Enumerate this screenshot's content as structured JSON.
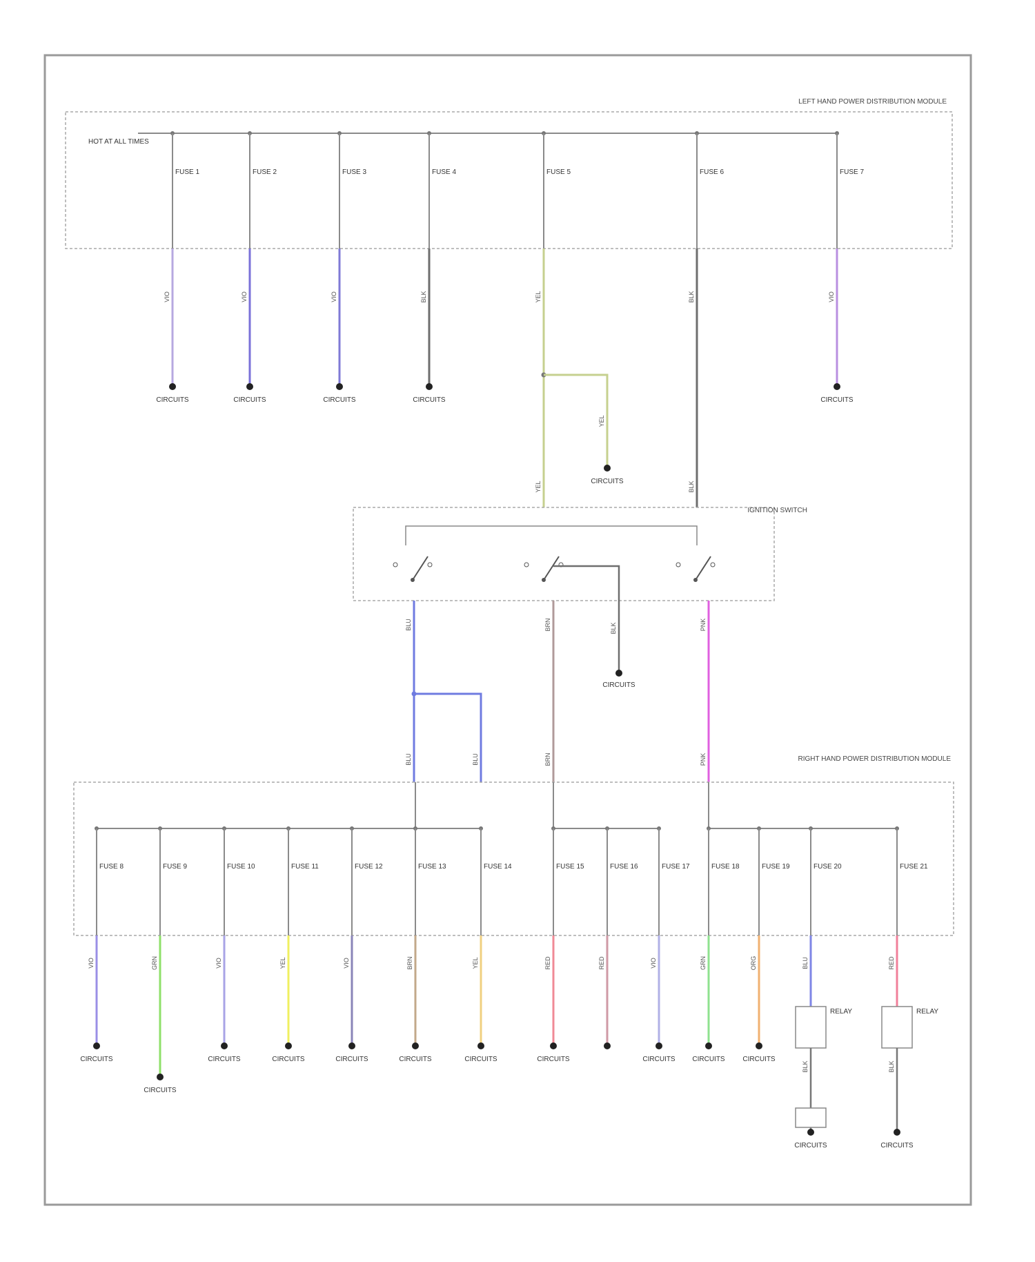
{
  "diagram": {
    "boxes": {
      "top_fuse_box": "LEFT HAND POWER DISTRIBUTION MODULE",
      "ignition_switch": "IGNITION SWITCH",
      "bottom_fuse_box": "RIGHT HAND POWER DISTRIBUTION MODULE"
    },
    "battery_source": "HOT AT ALL TIMES",
    "top_fuses": [
      {
        "label": "FUSE 1",
        "wire": "VIO",
        "color": "#b7a8e0",
        "dest": "CIRCUITS"
      },
      {
        "label": "FUSE 2",
        "wire": "VIO",
        "color": "#7b72d9",
        "dest": "CIRCUITS"
      },
      {
        "label": "FUSE 3",
        "wire": "VIO",
        "color": "#7f7ad6",
        "dest": "CIRCUITS"
      },
      {
        "label": "FUSE 4",
        "wire": "BLK",
        "color": "#6e6e6e",
        "dest": "CIRCUITS"
      },
      {
        "label": "FUSE 5",
        "wire": "YEL",
        "color": "#c6d08f",
        "dest": "CIRCUITS"
      },
      {
        "label": "FUSE 6",
        "wire": "BLK",
        "color": "#6e6e6e",
        "dest": ""
      },
      {
        "label": "FUSE 7",
        "wire": "VIO",
        "color": "#b98fe0",
        "dest": "CIRCUITS"
      }
    ],
    "middle_branch": {
      "wire": "YEL",
      "dest": "CIRCUITS"
    },
    "ignition_outputs": [
      {
        "wire": "BLU",
        "color": "#6f7be0"
      },
      {
        "wire": "BRN",
        "color": "#b09a9a"
      },
      {
        "wire": "BLK",
        "color": "#6e6e6e",
        "dest": "CIRCUITS"
      },
      {
        "wire": "PNK",
        "color": "#e060e0"
      }
    ],
    "bottom_fuses": [
      {
        "label": "FUSE 8",
        "wire": "VIO",
        "color": "#9a8fe6",
        "dest": "CIRCUITS"
      },
      {
        "label": "FUSE 9",
        "wire": "GRN",
        "color": "#8fe06a",
        "dest": "CIRCUITS"
      },
      {
        "label": "FUSE 10",
        "wire": "VIO",
        "color": "#a9a4e6",
        "dest": "CIRCUITS"
      },
      {
        "label": "FUSE 11",
        "wire": "YEL",
        "color": "#f0f060",
        "dest": "CIRCUITS"
      },
      {
        "label": "FUSE 12",
        "wire": "VIO",
        "color": "#8a84b8",
        "dest": "CIRCUITS"
      },
      {
        "label": "FUSE 13",
        "wire": "BRN",
        "color": "#c2a88a",
        "dest": "CIRCUITS"
      },
      {
        "label": "FUSE 14",
        "wire": "YEL",
        "color": "#f0d080",
        "dest": "CIRCUITS"
      },
      {
        "label": "FUSE 15",
        "wire": "RED",
        "color": "#f08a96",
        "dest": "CIRCUITS"
      },
      {
        "label": "FUSE 16",
        "wire": "RED",
        "color": "#cf9aa6",
        "dest": ""
      },
      {
        "label": "FUSE 17",
        "wire": "VIO",
        "color": "#b0b0e6",
        "dest": "CIRCUITS"
      },
      {
        "label": "FUSE 18",
        "wire": "GRN",
        "color": "#8fe28f",
        "dest": "CIRCUITS"
      },
      {
        "label": "FUSE 19",
        "wire": "ORG",
        "color": "#f0b070",
        "dest": "CIRCUITS"
      },
      {
        "label": "FUSE 20",
        "wire": "BLU",
        "color": "#7f86e6",
        "dest": "RELAY"
      },
      {
        "label": "FUSE 21",
        "wire": "RED",
        "color": "#f07f9a",
        "dest": "RELAY"
      }
    ],
    "relay_outputs": [
      {
        "wire": "BLK",
        "dest": "CIRCUITS"
      },
      {
        "wire": "BLK",
        "dest": "CIRCUITS"
      }
    ],
    "footer_code": ""
  }
}
